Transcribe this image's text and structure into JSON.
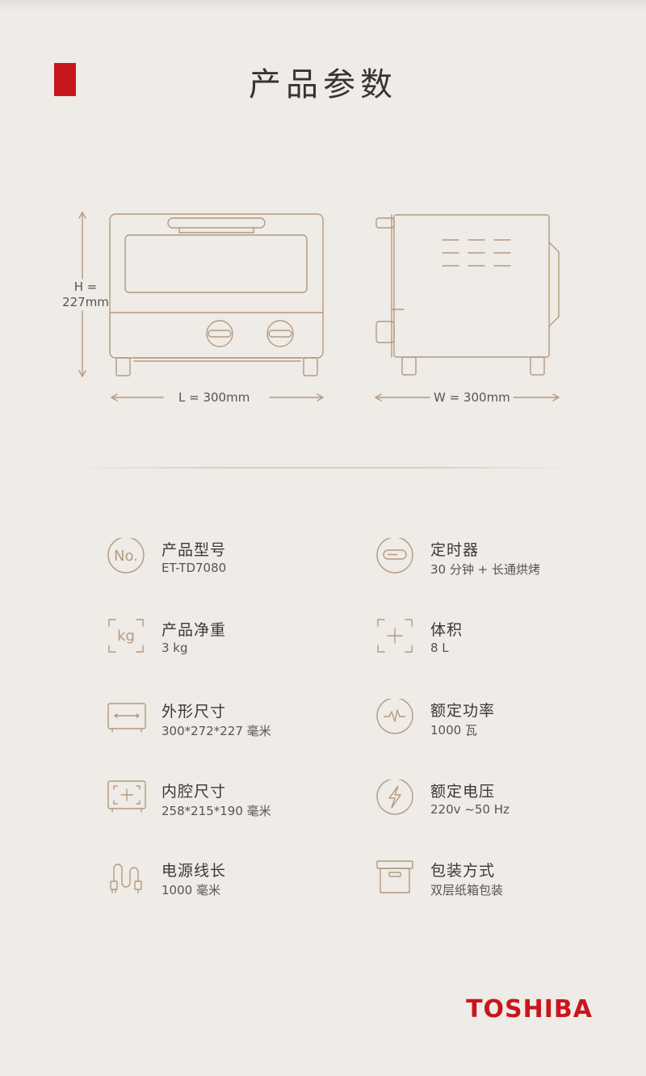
{
  "title": "产品参数",
  "dimensions": {
    "height_label": "H = 227mm",
    "length_label": "L = 300mm",
    "width_label": "W = 300mm"
  },
  "specs": [
    {
      "icon": "number-icon",
      "label": "产品型号",
      "value": "ET-TD7080"
    },
    {
      "icon": "timer-icon",
      "label": "定时器",
      "value": "30 分钟 + 长通烘烤"
    },
    {
      "icon": "weight-icon",
      "label": "产品净重",
      "value": "3 kg"
    },
    {
      "icon": "volume-icon",
      "label": "体积",
      "value": "8 L"
    },
    {
      "icon": "outer-size-icon",
      "label": "外形尺寸",
      "value": "300*272*227 毫米"
    },
    {
      "icon": "power-icon",
      "label": "额定功率",
      "value": "1000 瓦"
    },
    {
      "icon": "inner-size-icon",
      "label": "内腔尺寸",
      "value": "258*215*190 毫米"
    },
    {
      "icon": "voltage-icon",
      "label": "额定电压",
      "value": "220v ~50 Hz"
    },
    {
      "icon": "cord-icon",
      "label": "电源线长",
      "value": "1000 毫米"
    },
    {
      "icon": "box-icon",
      "label": "包装方式",
      "value": "双层纸箱包装"
    }
  ],
  "brand": "TOSHIBA",
  "colors": {
    "accent": "#c8161d",
    "line": "#b49a80",
    "background": "#efebe6"
  }
}
